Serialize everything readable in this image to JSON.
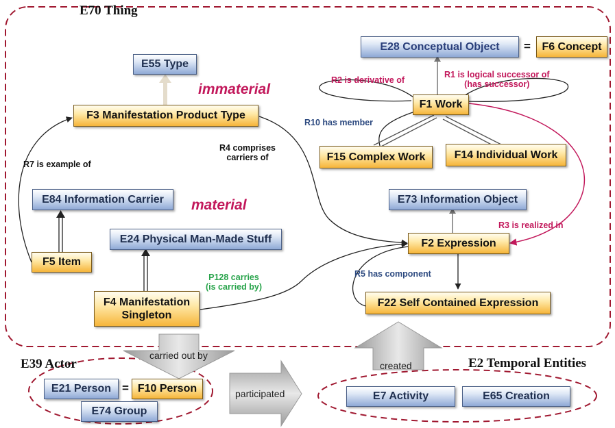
{
  "groups": {
    "thing": "E70 Thing",
    "actor": "E39 Actor",
    "temporal": "E2 Temporal Entities"
  },
  "zones": {
    "immaterial": "immaterial",
    "material": "material"
  },
  "nodes": {
    "e55_type": "E55 Type",
    "e28_conceptual_object": "E28 Conceptual Object",
    "equals_1": "=",
    "f6_concept": "F6 Concept",
    "f3_manifestation_product_type": "F3 Manifestation Product Type",
    "f1_work": "F1 Work",
    "f15_complex_work": "F15 Complex Work",
    "f14_individual_work": "F14 Individual Work",
    "e84_information_carrier": "E84 Information Carrier",
    "e73_information_object": "E73 Information Object",
    "e24_physical_man_made_stuff": "E24 Physical Man-Made Stuff",
    "f2_expression": "F2 Expression",
    "f5_item": "F5 Item",
    "f4_manifestation_singleton": "F4 Manifestation Singleton",
    "f22_self_contained_expression": "F22 Self Contained Expression",
    "e21_person": "E21 Person",
    "equals_2": "=",
    "f10_person": "F10 Person",
    "e74_group": "E74 Group",
    "e7_activity": "E7 Activity",
    "e65_creation": "E65 Creation"
  },
  "relations": {
    "r2": "R2 is derivative of",
    "r1_line1": "R1 is logical successor of",
    "r1_line2": "(has successor)",
    "r10": "R10 has member",
    "r4_line1": "R4 comprises",
    "r4_line2": "carriers of",
    "r7": "R7 is example of",
    "r3": "R3 is realized in",
    "r5": "R5 has component",
    "p128_line1": "P128 carries",
    "p128_line2": "(is carried by)"
  },
  "arrows": {
    "carried_out_by": "carried out by",
    "participated": "participated",
    "created": "created"
  },
  "colors": {
    "dashed_border": "#a01830",
    "magenta": "#c2185b",
    "navy": "#2d4a80",
    "green": "#27a34a"
  }
}
